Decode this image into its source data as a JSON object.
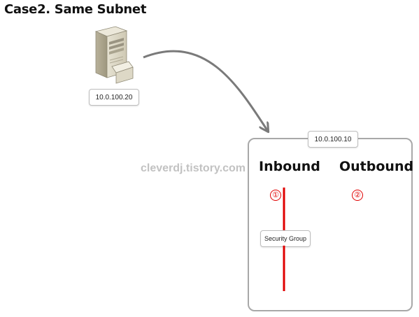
{
  "title": "Case2. Same Subnet",
  "source": {
    "ip": "10.0.100.20",
    "icon": "server-icon"
  },
  "target": {
    "ip": "10.0.100.10"
  },
  "watermark": "cleverdj.tistory.com",
  "inbound": {
    "label": "Inbound",
    "step": "①",
    "filter": "Security Group"
  },
  "outbound": {
    "label": "Outbound",
    "step": "②"
  },
  "colors": {
    "arrow": "#e00000",
    "connector": "#7a7a7a",
    "border": "#a8a8a8"
  }
}
